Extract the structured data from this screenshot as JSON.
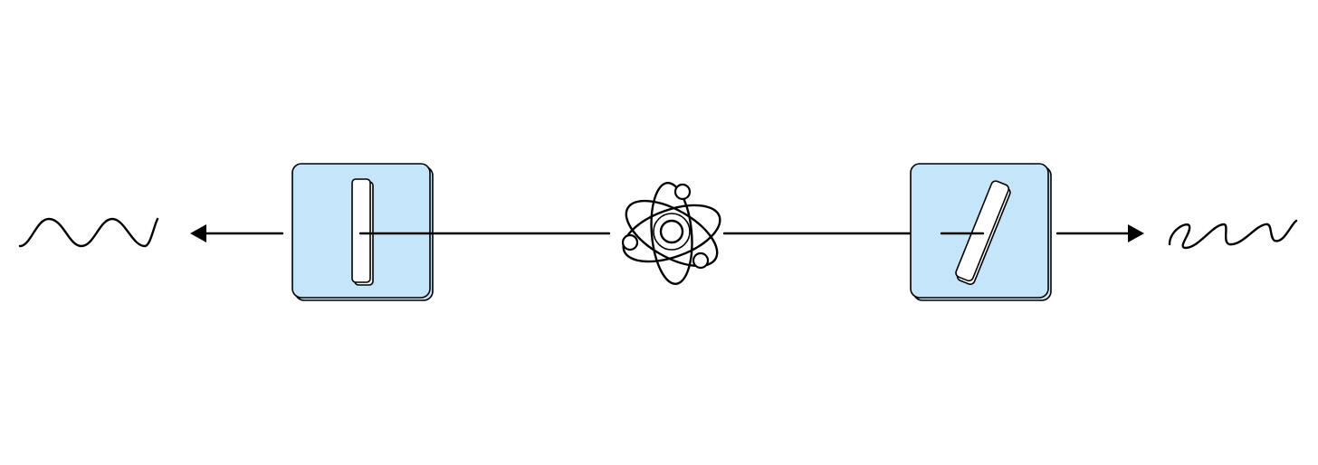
{
  "diagram": {
    "colors": {
      "background": "#ffffff",
      "line": "#000000",
      "filter_fill": "#c5e6fa",
      "slit_fill": "#ffffff"
    },
    "components": [
      {
        "id": "left-wave",
        "kind": "wave",
        "description_icon": "wave-icon"
      },
      {
        "id": "left-arrow",
        "kind": "arrow",
        "direction": "left",
        "description_icon": "arrow-left-icon"
      },
      {
        "id": "left-polarizer",
        "kind": "polarizer",
        "slit_orientation": "vertical",
        "description_icon": "polarizer-icon"
      },
      {
        "id": "atom",
        "kind": "source",
        "description_icon": "atom-icon"
      },
      {
        "id": "right-polarizer",
        "kind": "polarizer",
        "slit_orientation": "tilted",
        "description_icon": "polarizer-icon"
      },
      {
        "id": "right-arrow",
        "kind": "arrow",
        "direction": "right",
        "description_icon": "arrow-right-icon"
      },
      {
        "id": "right-wave",
        "kind": "wave",
        "description_icon": "wave-icon"
      }
    ]
  }
}
